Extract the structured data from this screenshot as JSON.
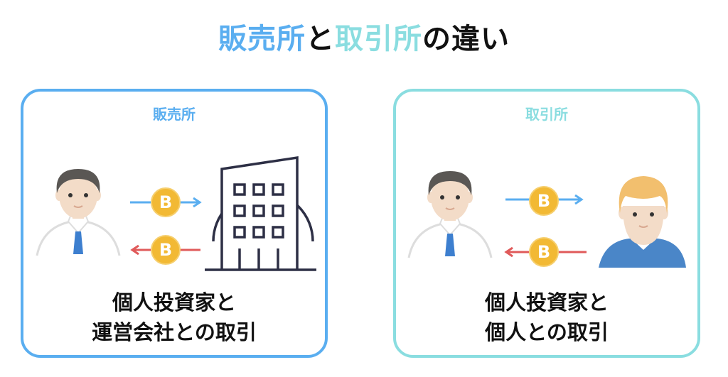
{
  "title": {
    "part1": "販売所",
    "part2": "と",
    "part3": "取引所",
    "part4": "の違い"
  },
  "colors": {
    "blue": "#5aaef0",
    "teal": "#8adde0",
    "coin": "#f2b934",
    "arrow_out": "#5aaef0",
    "arrow_in": "#e05a5a",
    "building": "#2d2f45"
  },
  "left_panel": {
    "label": "販売所",
    "desc_line1": "個人投資家と",
    "desc_line2": "運営会社との取引",
    "coin_symbol": "B"
  },
  "right_panel": {
    "label": "取引所",
    "desc_line1": "個人投資家と",
    "desc_line2": "個人との取引",
    "coin_symbol": "B"
  }
}
